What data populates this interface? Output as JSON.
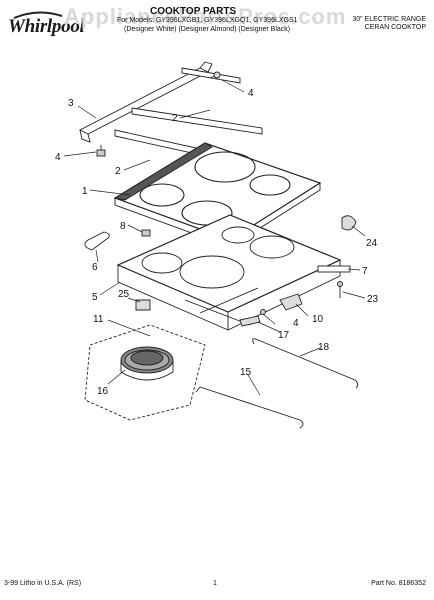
{
  "header": {
    "brand": "Whirlpool",
    "watermark": "AppliancePartsPros.com",
    "title": "COOKTOP PARTS",
    "models_line": "For Models: GY396LXGB1, GY396LXGQ1, GY396LXGS1",
    "color_line": "(Designer White) (Designer Almond) (Designer Black)",
    "range_type": "30\" ELECTRIC RANGE",
    "cooktop_type": "CERAN COOKTOP"
  },
  "footer": {
    "litho": "3-99 Litho in U.S.A. (RS)",
    "page": "1",
    "part_no": "Part No. 8186352"
  },
  "callouts": [
    "1",
    "2",
    "2",
    "3",
    "4",
    "4",
    "5",
    "6",
    "7",
    "8",
    "10",
    "11",
    "15",
    "16",
    "17",
    "18",
    "23",
    "24",
    "25"
  ]
}
